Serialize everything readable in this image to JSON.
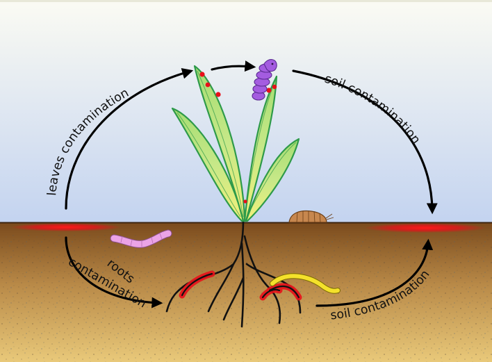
{
  "labels": {
    "leaves": "leaves contamination",
    "soil_top": "soil contamination",
    "roots_line1": "roots",
    "roots_line2": "contamination",
    "soil_bottom": "soil contamination"
  },
  "colors": {
    "sky_top": "#fbfbf3",
    "sky_bottom": "#c3d3f0",
    "soil_top": "#7a4a1c",
    "soil_bottom": "#e9c97a",
    "contamination_red": "#e8101a",
    "leaf_fill": "#b8e37a",
    "leaf_edge": "#2e9a4a",
    "caterpillar": "#a45ce0",
    "earthworm": "#eba3e6",
    "yellow_larva": "#f4e12b",
    "woodlouse": "#c7874e",
    "arrow": "#000000"
  },
  "icons": [
    "plant-icon",
    "caterpillar-icon",
    "earthworm-icon",
    "woodlouse-icon",
    "larva-icon"
  ]
}
